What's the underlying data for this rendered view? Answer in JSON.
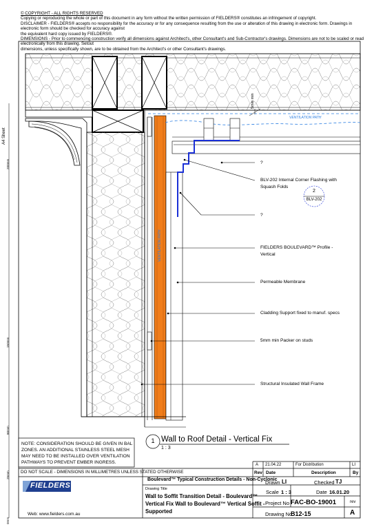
{
  "header": {
    "copyright": "© COPYRIGHT - ALL RIGHTS RESERVED",
    "line1": "Copying or reproducing the whole or part of this document in any form without the written permission of FIELDERS® constitutes an infringement of copyright.",
    "line2": "DISCLAIMER - FIELDERS® accepts no responsibility for the accuracy or for any consequence resulting from the use or alteration of this drawing in electronic form. Drawings in electronic form should be checked for accuracy against",
    "line3": "the equivalent hard copy issued by FIELDERS®.",
    "line4": "DIMENSIONS - Prior to commencing construction verify all dimensions against Architect's, other Consultant's and Sub-Contractor's drawings. Dimensions are not to be scaled or read electronically from this drawing. Setout",
    "line5": "dimensions, unless specifically shown, are to be obtained from the Architect's or other Consultant's drawings."
  },
  "side_labels": {
    "sheet": "A4 Sheet",
    "mm200": "200mm",
    "mm150": "150mm",
    "mm80": "80mm",
    "mm25": "25mm",
    "mm0": "0mm"
  },
  "drawing": {
    "dim_label": "5mm min",
    "ventilation_path_top": "VENTILATION PATH",
    "ventilation_path_side": "VENTILATION PATH",
    "callouts": [
      "?",
      "BLV-202 Internal Corner Flashing with",
      "Squash Folds",
      "?",
      "FIELDERS BOULEVARD™ Profile -",
      "Vertical",
      "Permeable Membrane",
      "Cladding Support fixed to manuf. specs",
      "5mm min Packer on studs",
      "Structural Insulated Wall Frame"
    ],
    "detail_ref": {
      "number": "2",
      "sheet": "BLV-202"
    }
  },
  "note": {
    "lines": [
      "NOTE: CONSIDERATION SHOULD BE GIVEN IN BAL",
      "ZONES. AN ADDITIONAL STAINLESS STEEL MESH",
      "MAY NEED TO BE INSTALLED OVER VENTILATION",
      "PATHWAYS TO PREVENT EMBER INGRESS."
    ]
  },
  "title": {
    "number": "1",
    "text": "Wall to Roof Detail - Vertical Fix",
    "scale": "1 : 3"
  },
  "revisions": {
    "row": [
      "A",
      "21.04.22",
      "For Distribution",
      "LI"
    ],
    "headers": [
      "Rev",
      "Date",
      "Description",
      "By"
    ]
  },
  "titleblock": {
    "do_not_scale": "DO NOT SCALE - DIMENSIONS IN MILLIMETRES UNLESS STATED OTHERWISE",
    "logo": "FIELDERS",
    "website": "Web: www.fielders.com.au",
    "series": "Boulevard™ Typical Construction Details - Non-Cyclonic",
    "drawing_title_label": "Drawing Title",
    "drawing_title": [
      "Wall to Soffit Transition Detail - Boulevard™",
      "Vertical Fix Wall to Boulevard™ Vertical Soffit -",
      "Supported"
    ],
    "drawn_label": "Drawn",
    "drawn": "LI",
    "checked_label": "Checked",
    "checked": "TJ",
    "scale_label": "Scale",
    "scale": "1 : 3",
    "date_label": "Date",
    "date": "16.01.20",
    "project_label": "Project No",
    "project": "FAC-BO-19001",
    "rev_label": "rev",
    "rev": "A",
    "drawingno_label": "Drawing No",
    "drawingno": "B12-15"
  },
  "colors": {
    "cladding": "#f07d1a",
    "flashing": "#1a2fd6",
    "vent": "#2a7de1"
  }
}
